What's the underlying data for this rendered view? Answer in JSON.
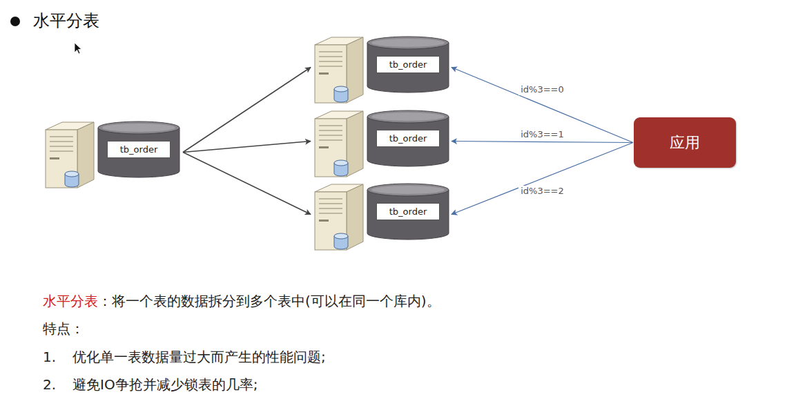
{
  "diagram": {
    "title": "水平分表",
    "nodes": [
      {
        "text": [
          "tb_order"
        ]
      },
      {
        "text": [
          "tb_order"
        ]
      },
      {
        "text": [
          "tb_order"
        ]
      },
      {
        "text": [
          "tb_order"
        ]
      },
      {
        "text": [
          "应用"
        ]
      }
    ],
    "edges": [
      {
        "from": 0,
        "to": 1,
        "arrow": "to"
      },
      {
        "from": 0,
        "to": 2,
        "arrow": "to"
      },
      {
        "from": 0,
        "to": 3,
        "arrow": "to"
      },
      {
        "from": 4,
        "to": 1,
        "label": "id%3==0",
        "arrow": "to"
      },
      {
        "from": 4,
        "to": 2,
        "label": "id%3==1",
        "arrow": "to"
      },
      {
        "from": 4,
        "to": 3,
        "label": "id%3==2",
        "arrow": "to"
      }
    ],
    "labels": [
      "水平分表",
      "：将一个表的数据拆分到多个表中(可以在同一个库内)。",
      "特点：",
      "1.",
      "优化单一表数据量过大而产生的性能问题;",
      "2.",
      "避免IO争抢并减少锁表的几率;"
    ]
  }
}
